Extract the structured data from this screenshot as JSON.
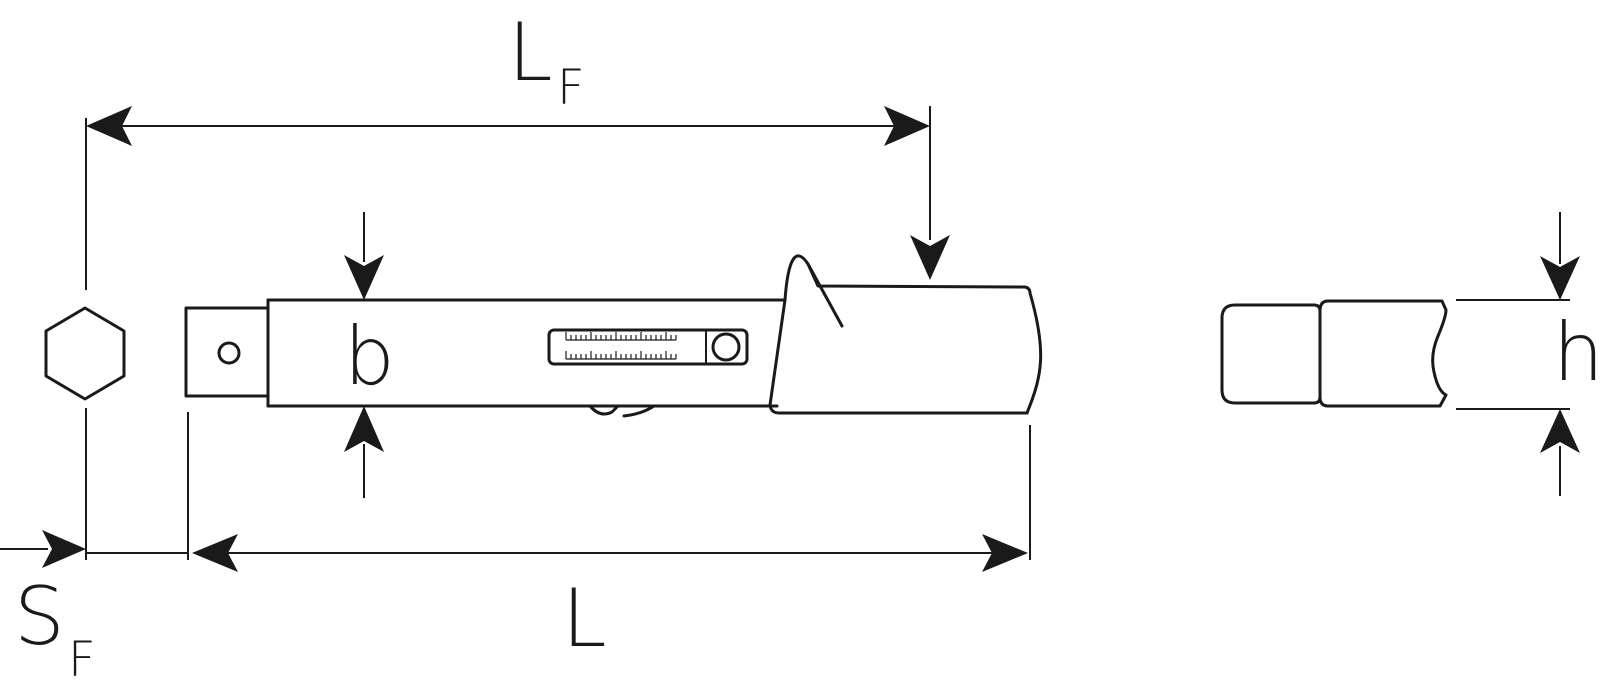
{
  "labels": {
    "lf_main": "L",
    "lf_sub": "F",
    "sf_main": "S",
    "sf_sub": "F",
    "l": "L",
    "b": "b",
    "h": "h"
  },
  "colors": {
    "line": "#1a1a1a",
    "background": "#ffffff"
  }
}
